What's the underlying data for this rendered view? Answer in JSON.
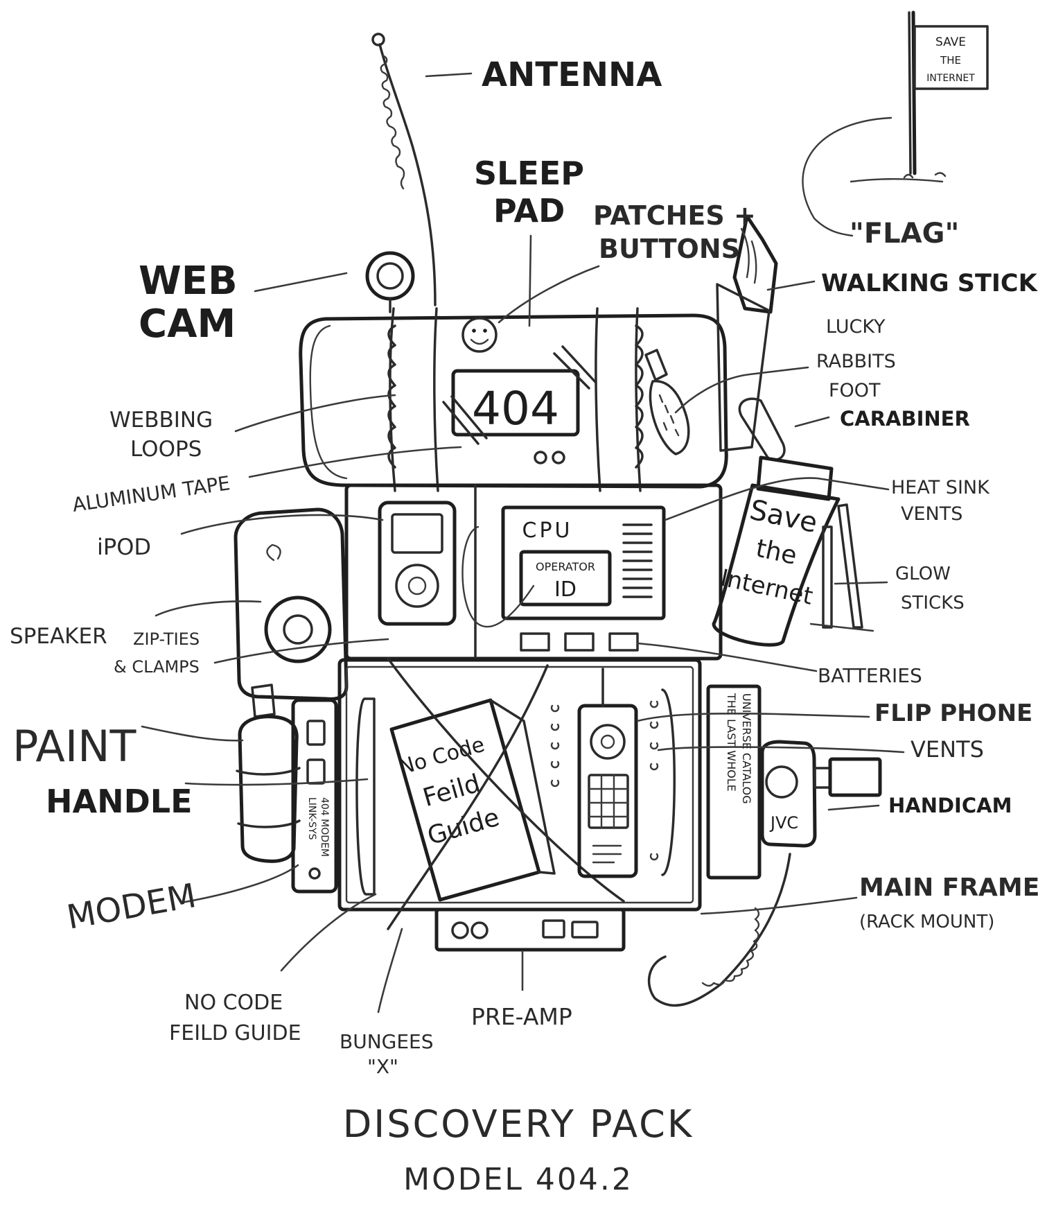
{
  "labels": {
    "antenna": "ANTENNA",
    "sleep_pad": [
      "SLEEP",
      "PAD"
    ],
    "patches_buttons": [
      "PATCHES +",
      "BUTTONS"
    ],
    "flag": "\"FLAG\"",
    "walking_stick": "WALKING STICK",
    "web_cam": [
      "WEB",
      "CAM"
    ],
    "lucky_rabbits_foot": [
      "LUCKY",
      "RABBITS",
      "FOOT"
    ],
    "carabiner": "CARABINER",
    "webbing_loops": [
      "WEBBING",
      "LOOPS"
    ],
    "aluminum_tape": "ALUMINUM TAPE",
    "heat_sink_vents": [
      "HEAT SINK",
      "VENTS"
    ],
    "ipod": "iPOD",
    "glow_sticks": [
      "GLOW",
      "STICKS"
    ],
    "speaker": "SPEAKER",
    "zip_ties_clamps": [
      "ZIP-TIES",
      "& CLAMPS"
    ],
    "batteries": "BATTERIES",
    "paint": "PAINT",
    "flip_phone": "FLIP PHONE",
    "vents": "VENTS",
    "handle": "HANDLE",
    "handicam": "HANDICAM",
    "modem": "MODEM",
    "main_frame": [
      "MAIN FRAME",
      "(RACK MOUNT)"
    ],
    "no_code_field_guide": [
      "NO CODE",
      "FEILD GUIDE"
    ],
    "bungees": [
      "BUNGEES",
      "\"X\""
    ],
    "pre_amp": "PRE-AMP"
  },
  "inner_text": {
    "flag_sign": [
      "SAVE",
      "THE",
      "INTERNET"
    ],
    "error_panel": "404",
    "cpu": "CPU",
    "operator_id": [
      "OPERATOR",
      "ID"
    ],
    "bottle": [
      "Save",
      "the",
      "Internet"
    ],
    "book": [
      "No Code",
      "Feild",
      "Guide"
    ],
    "catalog": [
      "THE LAST WHOLE",
      "UNIVERSE CATALOG"
    ],
    "modem_text": [
      "LINK-SYS",
      "404 MODEM"
    ],
    "handicam_brand": "JVC"
  },
  "caption": {
    "title": "DISCOVERY PACK",
    "subtitle": "MODEL 404.2"
  }
}
